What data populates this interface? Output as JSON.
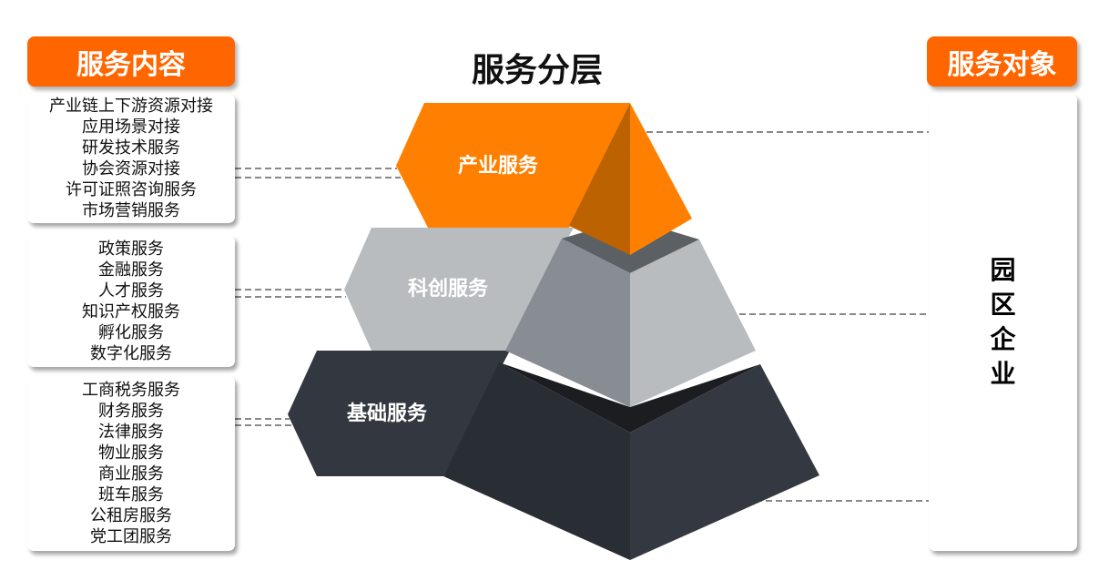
{
  "title": "服务分层",
  "left_header": "服务内容",
  "right_header": "服务对象",
  "colors": {
    "accent": "#ff6600",
    "top_tier": "#ff8000",
    "mid_tier": "#b8bcbe",
    "base_tier": "#333840"
  },
  "groups": [
    {
      "tier": "产业服务",
      "items": [
        "产业链上下游资源对接",
        "应用场景对接",
        "研发技术服务",
        "协会资源对接",
        "许可证照咨询服务",
        "市场营销服务"
      ]
    },
    {
      "tier": "科创服务",
      "items": [
        "政策服务",
        "金融服务",
        "人才服务",
        "知识产权服务",
        "孵化服务",
        "数字化服务"
      ]
    },
    {
      "tier": "基础服务",
      "items": [
        "工商税务服务",
        "财务服务",
        "法律服务",
        "物业服务",
        "商业服务",
        "班车服务",
        "公租房服务",
        "党工团服务"
      ]
    }
  ],
  "target": [
    "园",
    "区",
    "企",
    "业"
  ]
}
